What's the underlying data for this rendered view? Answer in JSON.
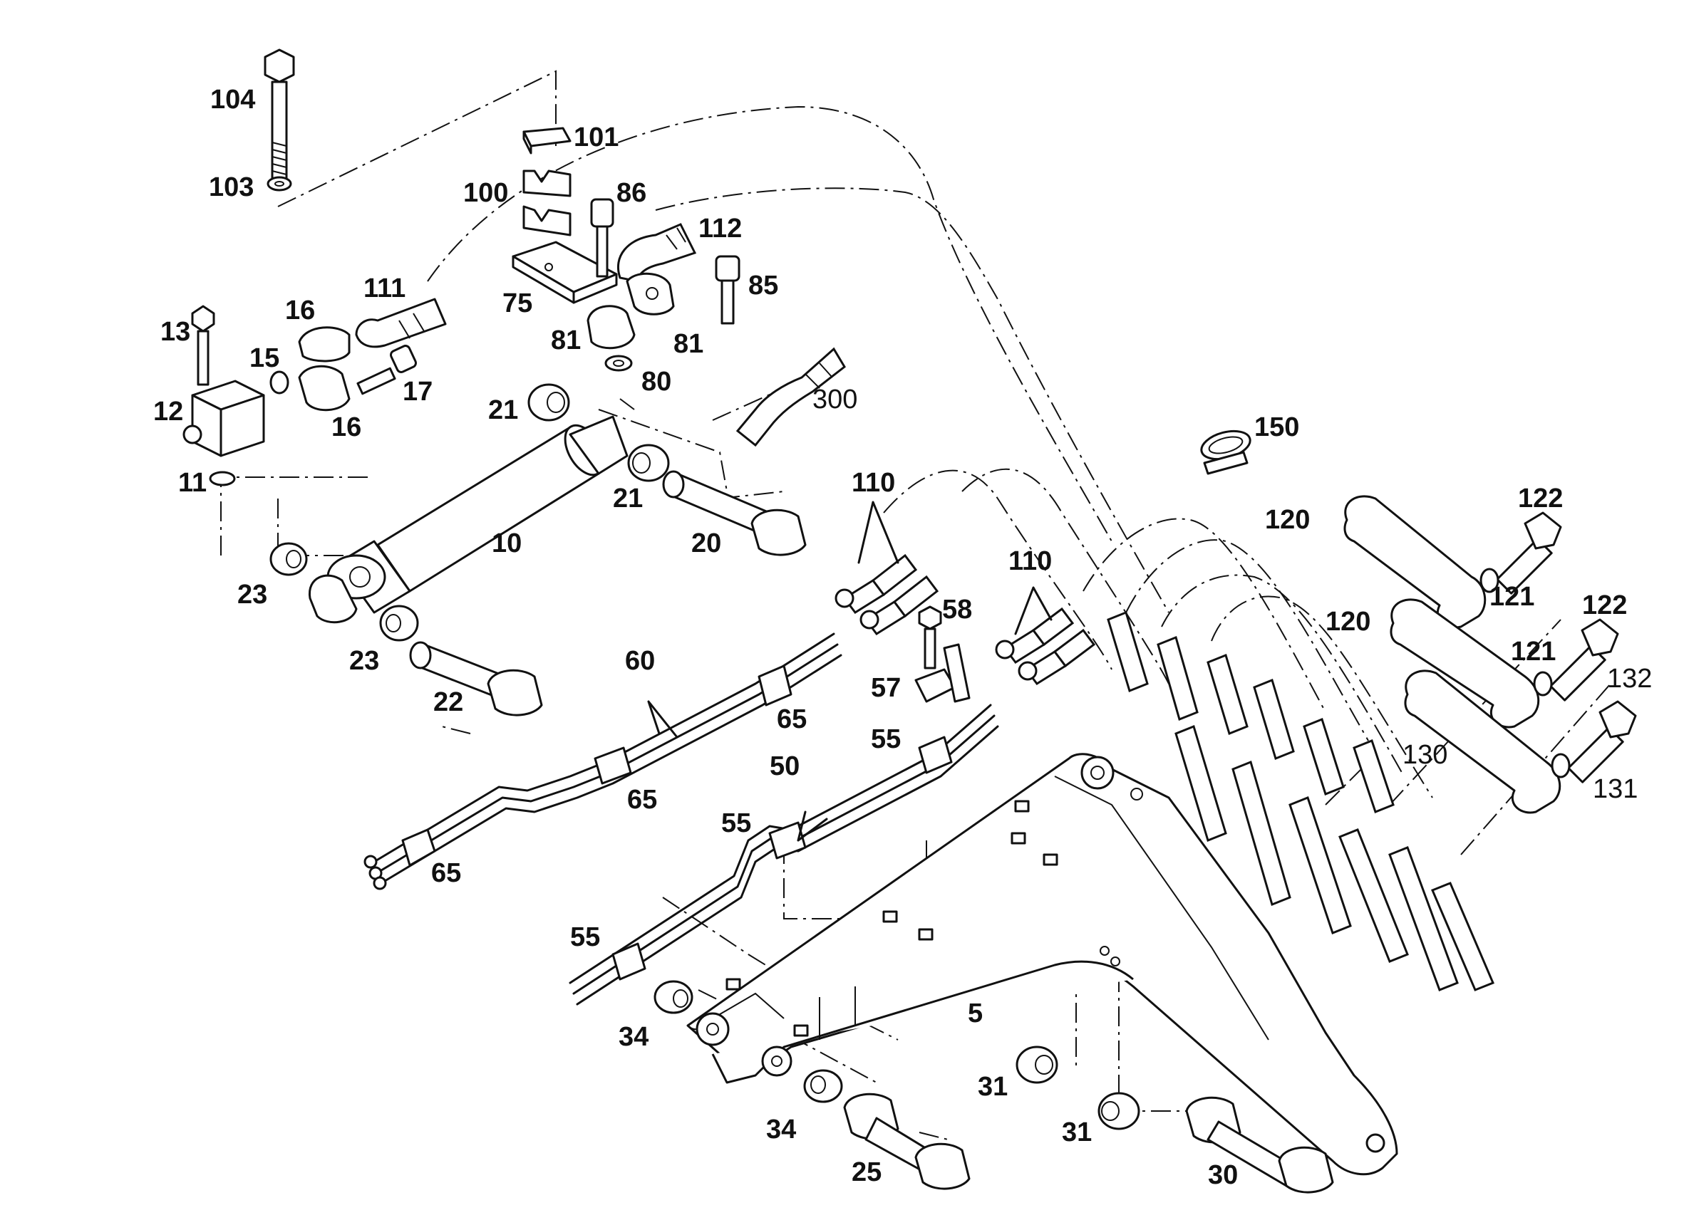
{
  "labels": {
    "p104": "104",
    "p101": "101",
    "p103": "103",
    "p100": "100",
    "p86": "86",
    "p112": "112",
    "p111": "111",
    "p85": "85",
    "p13": "13",
    "p16a": "16",
    "p75": "75",
    "p15": "15",
    "p81a": "81",
    "p81b": "81",
    "p12": "12",
    "p17": "17",
    "p80": "80",
    "p16b": "16",
    "p300": "300",
    "p21a": "21",
    "p150": "150",
    "p11": "11",
    "p21b": "21",
    "p110a": "110",
    "p122a": "122",
    "p120a": "120",
    "p10": "10",
    "p20": "20",
    "p23a": "23",
    "p110b": "110",
    "p121a": "121",
    "p122b": "122",
    "p58": "58",
    "p120b": "120",
    "p23b": "23",
    "p60": "60",
    "p121b": "121",
    "p132": "132",
    "p57": "57",
    "p22": "22",
    "p65a": "65",
    "p55a": "55",
    "p130": "130",
    "p50": "50",
    "p65b": "65",
    "p131": "131",
    "p55b": "55",
    "p65c": "65",
    "p55c": "55",
    "p5": "5",
    "p34a": "34",
    "p31a": "31",
    "p34b": "34",
    "p31b": "31",
    "p25": "25",
    "p30": "30"
  }
}
